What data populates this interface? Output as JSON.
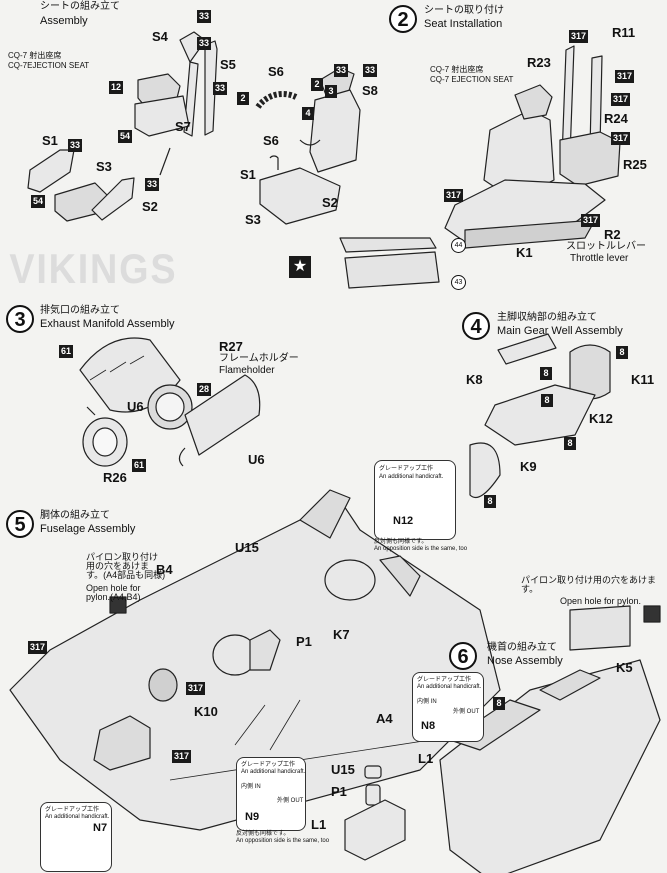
{
  "step1": {
    "title_jp": "シートの組み立て",
    "title_en": "Assembly",
    "seat_jp": "CQ-7 射出座席",
    "seat_en": "CQ-7EJECTION SEAT",
    "parts": [
      "S4",
      "S5",
      "S6",
      "S7",
      "S8",
      "S1",
      "S3",
      "S2",
      "S6",
      "S1",
      "S3",
      "S2"
    ],
    "paint": [
      "33",
      "33",
      "33",
      "12",
      "54",
      "33",
      "33",
      "54",
      "33",
      "2",
      "3",
      "4",
      "2",
      "4",
      "33"
    ]
  },
  "step2": {
    "num": "2",
    "title_jp": "シートの取り付け",
    "title_en": "Seat Installation",
    "seat_jp": "CQ-7 射出座席",
    "seat_en": "CQ-7 EJECTION SEAT",
    "parts": [
      "R11",
      "R23",
      "R24",
      "R25",
      "R2",
      "K1"
    ],
    "throttle_jp": "スロットルレバー",
    "throttle_en": "Throttle lever",
    "paint": [
      "317",
      "317",
      "317",
      "317",
      "317",
      "317"
    ],
    "decals": [
      "44",
      "43"
    ]
  },
  "step3": {
    "num": "3",
    "title_jp": "排気口の組み立て",
    "title_en": "Exhaust Manifold Assembly",
    "parts": [
      "R27",
      "U6",
      "U6",
      "R26"
    ],
    "holder_jp": "フレームホルダー",
    "holder_en": "Flameholder",
    "paint": [
      "61",
      "28",
      "61"
    ]
  },
  "step4": {
    "num": "4",
    "title_jp": "主脚収納部の組み立て",
    "title_en": "Main Gear Well Assembly",
    "parts": [
      "K8",
      "K11",
      "K12",
      "K9"
    ],
    "paint": [
      "8",
      "8",
      "8",
      "8",
      "8"
    ]
  },
  "step5": {
    "num": "5",
    "title_jp": "胴体の組み立て",
    "title_en": "Fuselage Assembly",
    "parts": [
      "U15",
      "B4",
      "K7",
      "P1",
      "K10",
      "A4",
      "U15",
      "P1",
      "L1"
    ],
    "pylon_jp": "パイロン取り付け用の穴をあけます。(A4部品も同様)",
    "pylon_en": "Open hole for pylon.(A4,B4)",
    "paint": [
      "317",
      "317",
      "317"
    ]
  },
  "step6": {
    "num": "6",
    "title_jp": "機首の組み立て",
    "title_en": "Nose Assembly",
    "parts": [
      "K5",
      "L1"
    ],
    "pylon_jp": "パイロン取り付け用の穴をあけます。",
    "pylon_en": "Open hole for pylon.",
    "paint": [
      "8"
    ]
  },
  "tips": [
    {
      "head": "グレードアップ工作",
      "sub": "An additional handicraft.",
      "part": "N12",
      "note_jp": "反対側も同様です。",
      "note_en": "An opposition side is the same, too"
    },
    {
      "head": "グレードアップ工作",
      "sub": "An additional handicraft.",
      "in": "内側 IN",
      "out": "外側 OUT",
      "part": "N8"
    },
    {
      "head": "グレードアップ工作",
      "sub": "An additional handicraft.",
      "in": "内側 IN",
      "out": "外側 OUT",
      "part": "N9",
      "note_jp": "反対側も同様です。",
      "note_en": "An opposition side is the same, too"
    },
    {
      "head": "グレードアップ工作",
      "sub": "An additional handicraft.",
      "part": "N7"
    }
  ],
  "watermark": "VIKINGS"
}
